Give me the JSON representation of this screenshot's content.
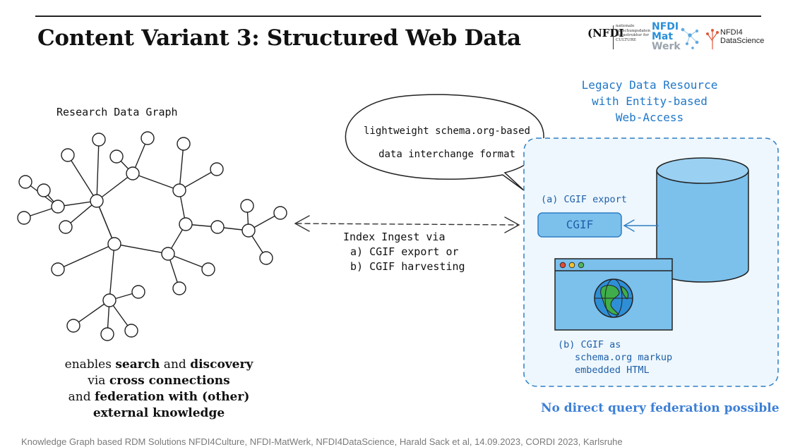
{
  "title": "Content Variant 3: Structured Web Data",
  "logos": {
    "nfdi4culture_mark": "(NFDI",
    "nfdi4culture_sub": "nationale Forschungsdaten Infrastruktur for CULTURE",
    "matwerk_lines": [
      "NFDI",
      "Mat",
      "Werk"
    ],
    "datascience_lines": [
      "NFDI4",
      "DataScience"
    ]
  },
  "graph": {
    "title": "Research Data Graph"
  },
  "bubble": {
    "line1": "lightweight schema.org-based",
    "line2": "data interchange format"
  },
  "legacy": {
    "line1": "Legacy Data Resource",
    "line2": "with Entity-based",
    "line3": "Web-Access"
  },
  "ingest": {
    "line1": "Index Ingest via",
    "line2": "a) CGIF export or",
    "line3": "b) CGIF harvesting"
  },
  "resource": {
    "export_label": "(a) CGIF export",
    "box_label": "CGIF",
    "markup_line1": "(b) CGIF as",
    "markup_line2": "schema.org markup",
    "markup_line3": "embedded HTML"
  },
  "enables": {
    "p1": "enables ",
    "b1": "search",
    "p2": " and ",
    "b2": "discovery",
    "p3": "via ",
    "b3": "cross connections",
    "p4": "and ",
    "b4": "federation with (other)",
    "b5": "external knowledge"
  },
  "no_federation": "No direct query federation possible",
  "footer": "Knowledge Graph based RDM Solutions NFDI4Culture, NFDI-MatWerk, NFDI4DataScience, Harald Sack et al, 14.09.2023, CORDI 2023, Karlsruhe",
  "colors": {
    "sketch_blue": "#1f77c8",
    "fill_blue": "#7cc0ec",
    "light_fill": "#eef7fd",
    "dash_blue": "#2f7fc4",
    "highlight_blue": "#3d7fd6"
  }
}
